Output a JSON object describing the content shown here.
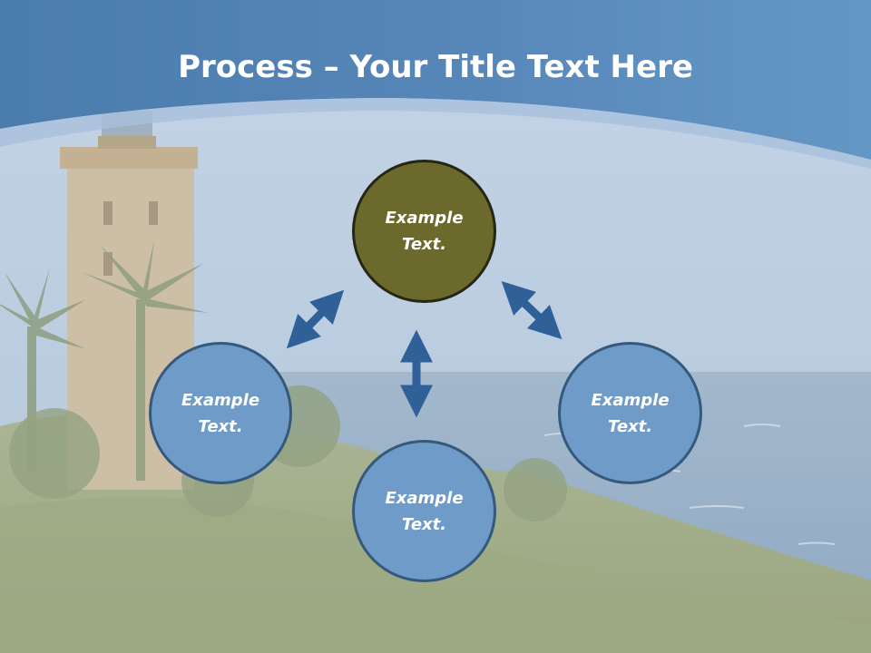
{
  "slide": {
    "title_bold": "Process",
    "title_rest": " – Your Title Text Here"
  },
  "nodes": {
    "top": {
      "line1": "Example",
      "line2": "Text."
    },
    "left": {
      "line1": "Example",
      "line2": "Text."
    },
    "bottom": {
      "line1": "Example",
      "line2": "Text."
    },
    "right": {
      "line1": "Example",
      "line2": "Text."
    }
  },
  "colors": {
    "header_blue": "#4f83b6",
    "node_blue": "#6e9bc8",
    "node_olive": "#6b6a2c",
    "arrow_blue": "#2f6098"
  },
  "icons": {
    "background": "lighthouse-coast-photo",
    "arrows": [
      "double-arrow-icon",
      "double-arrow-icon",
      "double-arrow-icon"
    ]
  }
}
